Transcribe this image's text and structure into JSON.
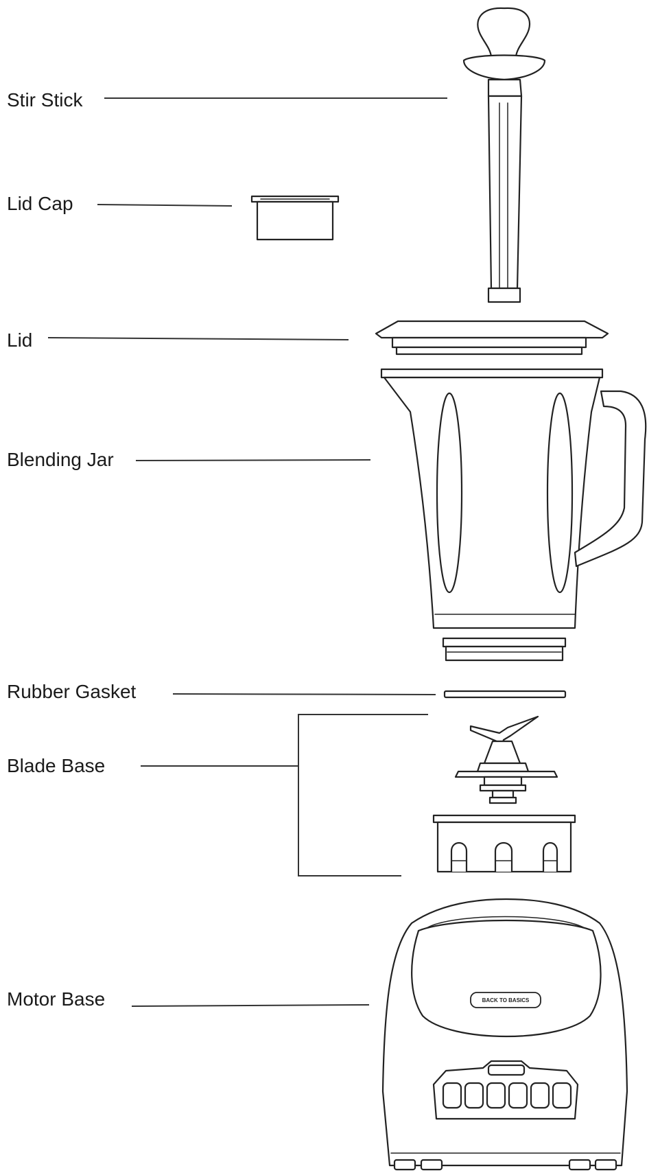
{
  "labels": {
    "stir_stick": "Stir Stick",
    "lid_cap": "Lid Cap",
    "lid": "Lid",
    "blending_jar": "Blending Jar",
    "rubber_gasket": "Rubber Gasket",
    "blade_base": "Blade Base",
    "motor_base": "Motor Base"
  },
  "brand_logo_text": "BACK TO BASICS"
}
